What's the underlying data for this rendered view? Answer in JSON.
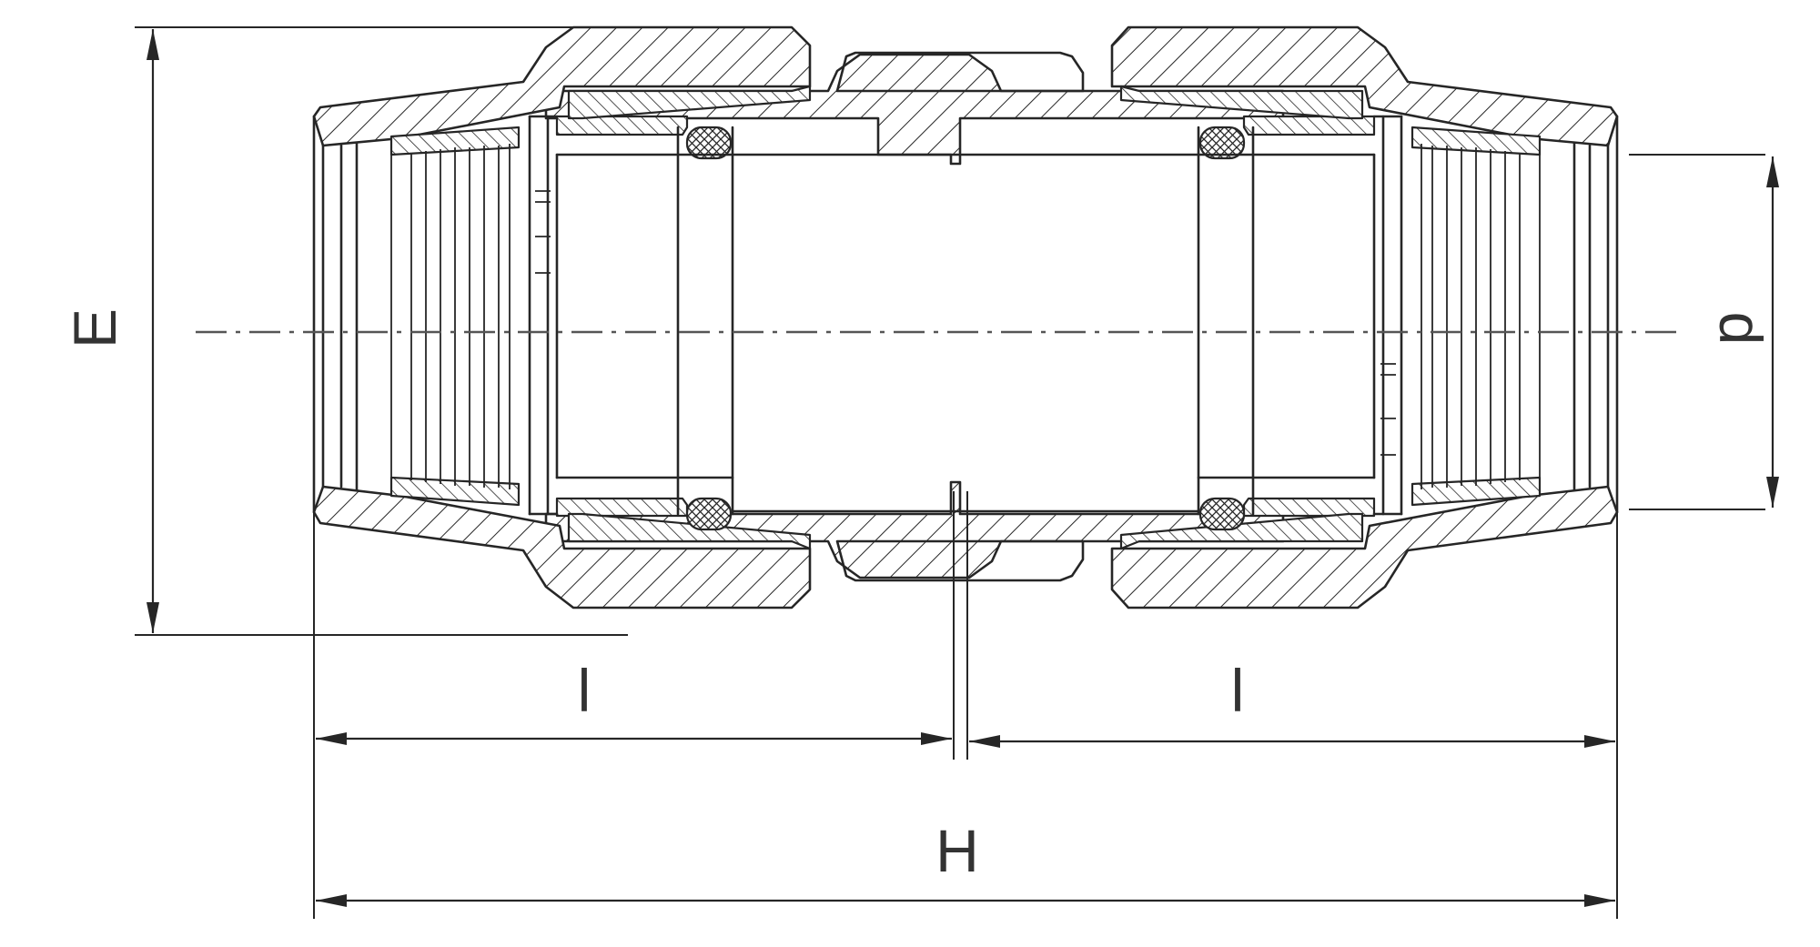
{
  "diagram": {
    "colors": {
      "line": "#262626",
      "background": "#ffffff",
      "label": "#333333"
    },
    "labels": {
      "E": "E",
      "d": "d",
      "l_left": "l",
      "l_right": "l",
      "H": "H"
    }
  }
}
